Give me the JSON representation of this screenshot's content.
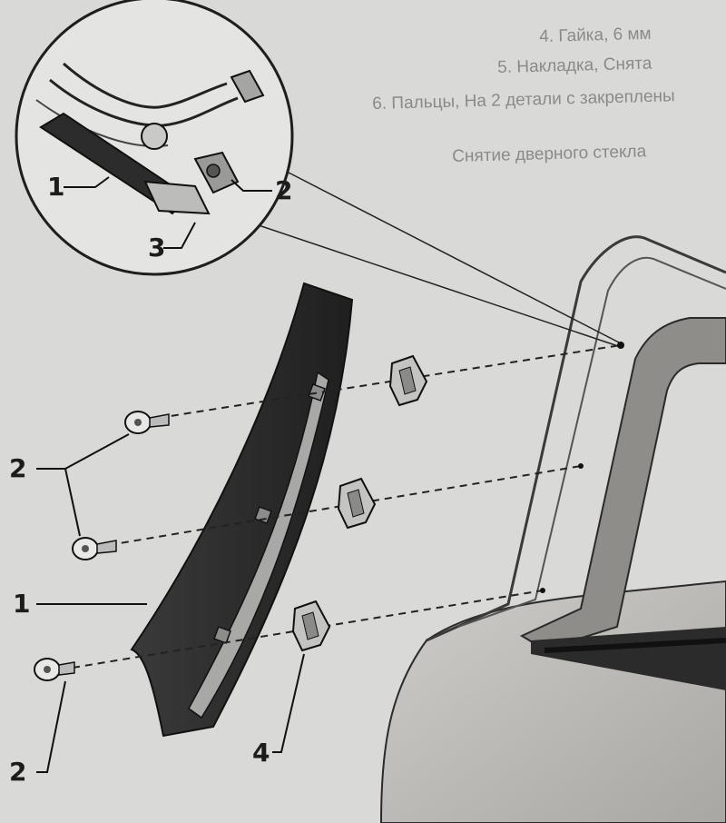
{
  "background_text": {
    "line1": "4. Гайка, 6 мм",
    "line2": "5. Накладка, Снята",
    "line3": "6. Пальцы, На 2 детали с закреплены",
    "line4": "Снятие дверного стекла"
  },
  "callouts": {
    "inset_trim": "1",
    "inset_clip": "2",
    "inset_bracket": "3",
    "screws": "2",
    "trim": "1",
    "screw_bottom": "2",
    "clips": "4"
  },
  "colors": {
    "paper": "#d9d9d7",
    "trim_panel": "#2e2e2e",
    "door_body": "#b8b6b2",
    "line": "#1e1e1e"
  }
}
